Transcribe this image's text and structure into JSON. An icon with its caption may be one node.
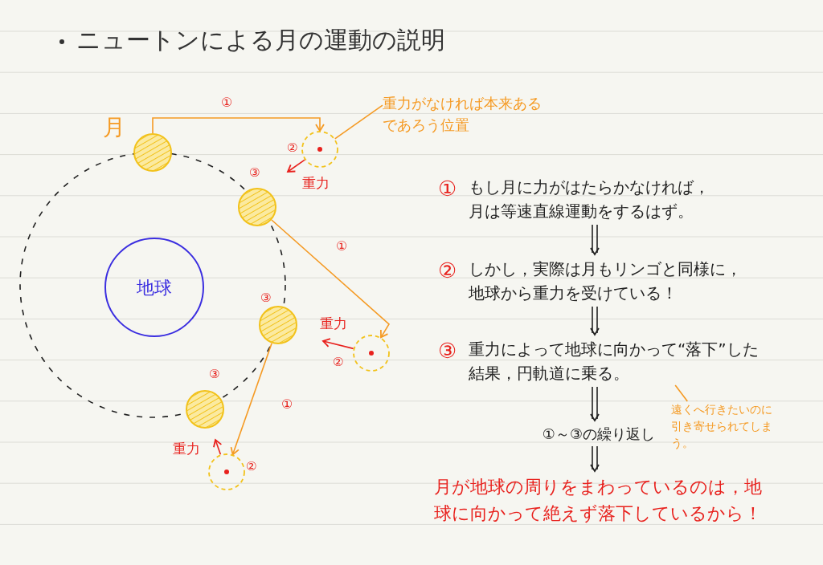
{
  "diagram": {
    "title": "ニュートンによる月の運動の説明",
    "nodes": [
      {
        "text": [],
        "shape": "circle",
        "beside": [
          "月"
        ]
      },
      {
        "text": [],
        "shape": "circle",
        "beside": [
          "②"
        ]
      },
      {
        "text": [
          "重力がなければ本来あるであろう位置"
        ]
      },
      {
        "text": [],
        "shape": "circle",
        "beside": [
          "③"
        ]
      },
      {
        "text": [
          "地球"
        ]
      },
      {
        "text": [],
        "shape": "circle",
        "beside": [
          "③"
        ]
      },
      {
        "text": [],
        "shape": "circle",
        "beside": [
          "②"
        ]
      },
      {
        "text": [],
        "shape": "circle",
        "beside": [
          "③"
        ]
      },
      {
        "text": [],
        "shape": "circle",
        "beside": [
          "②"
        ]
      },
      {
        "text": [
          "①",
          "もし月に力がはたらかなければ，月は等速直線運動をするはず。"
        ]
      },
      {
        "text": [
          "②",
          "しかし，実際は月もリンゴと同様に，地球から重力を受けている！"
        ]
      },
      {
        "text": [
          "③",
          "重力によって地球に向かって“落下”した結果，円軌道に乗る。"
        ]
      },
      {
        "text": [
          "①～③の繰り返し"
        ]
      },
      {
        "text": [
          "月が地球の周りをまわっているのは，地球に向かって絶えず落下しているから！"
        ]
      },
      {
        "text": [
          "遠くへ行きたいのに引き寄せられてしまう。"
        ]
      }
    ],
    "edges": [
      {
        "from": 0,
        "to": 1,
        "arrow": "to",
        "label": "①"
      },
      {
        "from": 1,
        "to": null,
        "arrow": "to",
        "label": "重力",
        "color": "#e8211d"
      },
      {
        "from": 2,
        "to": 1,
        "arrow": "none"
      },
      {
        "from": 3,
        "to": 6,
        "arrow": "to",
        "label": "①"
      },
      {
        "from": 6,
        "to": null,
        "arrow": "to",
        "label": "重力",
        "color": "#e8211d"
      },
      {
        "from": 5,
        "to": 8,
        "arrow": "to",
        "label": "①"
      },
      {
        "from": 8,
        "to": null,
        "arrow": "to",
        "label": "重力",
        "color": "#e8211d"
      },
      {
        "from": 14,
        "to": 11,
        "arrow": "none"
      },
      {
        "from": 9,
        "to": 10,
        "arrow": "to",
        "color": "#222222"
      },
      {
        "from": 10,
        "to": 11,
        "arrow": "to",
        "color": "#222222"
      },
      {
        "from": 11,
        "to": 12,
        "arrow": "to",
        "color": "#222222"
      },
      {
        "from": 12,
        "to": 13,
        "arrow": "to",
        "color": "#222222"
      }
    ]
  }
}
